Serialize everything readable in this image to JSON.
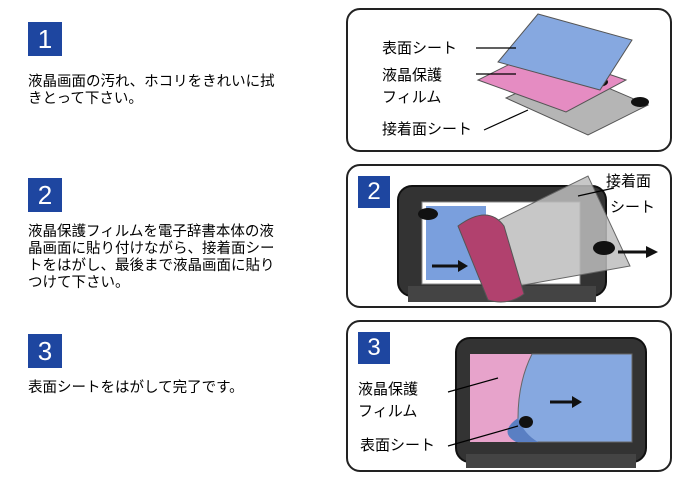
{
  "steps": [
    {
      "number": "1",
      "text": "液晶画面の汚れ、ホコリをきれいに拭\nきとって下さい。"
    },
    {
      "number": "2",
      "text": "液晶保護フィルムを電子辞書本体の液\n晶画面に貼り付けながら、接着面シー\nトをはがし、最後まで液晶画面に貼り\nつけて下さい。"
    },
    {
      "number": "3",
      "text": "表面シートをはがして完了です。"
    }
  ],
  "panel1": {
    "label_surface": "表面シート",
    "label_film_1": "液晶保護",
    "label_film_2": "フィルム",
    "label_adhesive": "接着面シート"
  },
  "panel2": {
    "number": "2",
    "label_adhesive_1": "接着面",
    "label_adhesive_2": "シート"
  },
  "panel3": {
    "number": "3",
    "label_film_1": "液晶保護",
    "label_film_2": "フィルム",
    "label_surface": "表面シート"
  },
  "colors": {
    "step_badge": "#1e46a0",
    "surface_sheet": "#7fa2dc",
    "protective_film": "#e07ab8",
    "adhesive_sheet": "#b0b0b0"
  }
}
